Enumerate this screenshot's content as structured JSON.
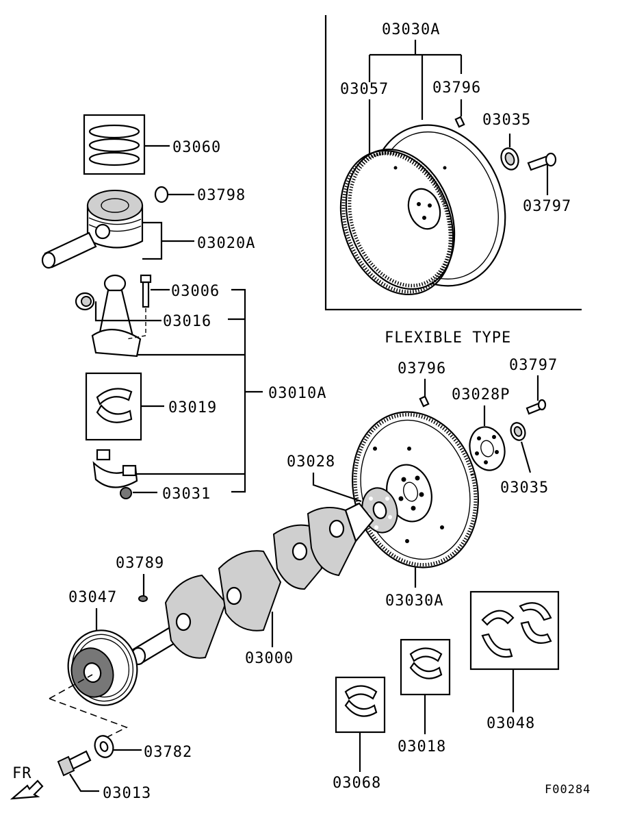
{
  "labels": {
    "p03030A_top": "03030A",
    "p03057": "03057",
    "p03796_top": "03796",
    "p03035_top": "03035",
    "p03797_top": "03797",
    "p03060": "03060",
    "p03798": "03798",
    "p03020A": "03020A",
    "p03006": "03006",
    "p03016": "03016",
    "p03010A": "03010A",
    "p03019": "03019",
    "p03031": "03031",
    "flexible_type": "FLEXIBLE TYPE",
    "p03796_bot": "03796",
    "p03797_bot": "03797",
    "p03028P": "03028P",
    "p03028": "03028",
    "p03035_bot": "03035",
    "p03789": "03789",
    "p03047": "03047",
    "p03000": "03000",
    "p03030A_bot": "03030A",
    "p03048": "03048",
    "p03018": "03018",
    "p03068": "03068",
    "p03782": "03782",
    "p03013": "03013",
    "fr": "FR",
    "figure_code": "F00284"
  }
}
